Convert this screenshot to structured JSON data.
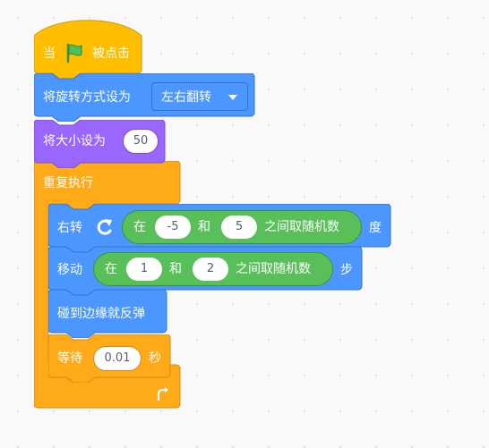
{
  "palette": {
    "events": "#ffbf00",
    "motion": "#4c97ff",
    "looks": "#9966ff",
    "control": "#ffab19",
    "operators": "#59c059"
  },
  "hat_block": {
    "label_when": "当",
    "flag_icon": "green-flag-icon",
    "label_clicked": "被点击"
  },
  "rotation_block": {
    "label": "将旋转方式设为",
    "dropdown_value": "左右翻转"
  },
  "size_block": {
    "label": "将大小设为",
    "value": "50"
  },
  "repeat_block": {
    "label": "重复执行",
    "loop_icon": "loop-arrow-icon"
  },
  "turn_block": {
    "label": "右转",
    "icon": "rotate-right-icon",
    "unit": "度",
    "random": {
      "label_in": "在",
      "from": "-5",
      "label_and": "和",
      "to": "5",
      "label_between": "之间取随机数"
    }
  },
  "move_block": {
    "label": "移动",
    "unit": "步",
    "random": {
      "label_in": "在",
      "from": "1",
      "label_and": "和",
      "to": "2",
      "label_between": "之间取随机数"
    }
  },
  "bounce_block": {
    "label": "碰到边缘就反弹"
  },
  "wait_block": {
    "label": "等待",
    "value": "0.01",
    "unit": "秒"
  }
}
